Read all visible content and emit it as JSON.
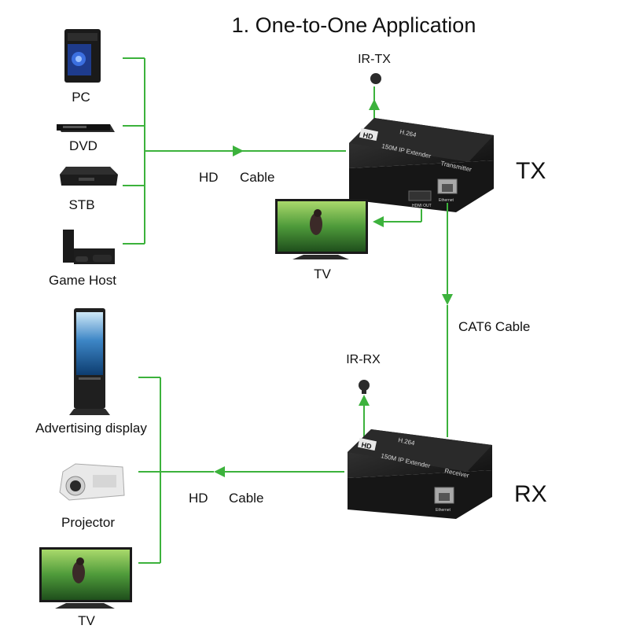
{
  "title": "1. One-to-One Application",
  "colors": {
    "wire": "#3cb23c",
    "device": "#1d1d1d",
    "screen_sky": "#6aa84f"
  },
  "sources": [
    {
      "label": "PC",
      "icon": "pc-tower-icon"
    },
    {
      "label": "DVD",
      "icon": "dvd-player-icon"
    },
    {
      "label": "STB",
      "icon": "set-top-box-icon"
    },
    {
      "label": "Game Host",
      "icon": "game-console-icon"
    }
  ],
  "tx_link": {
    "hd_label": "HD",
    "cable_label": "Cable"
  },
  "transmitter": {
    "side_label": "TX",
    "badge": "HD",
    "codec": "H.264",
    "model": "150M IP Extender",
    "role": "Transmitter",
    "hdmi_port": "HDMI OUT",
    "eth_port": "Ethernet",
    "ir_label": "IR-TX",
    "local_display": "TV"
  },
  "link": {
    "label": "CAT6 Cable"
  },
  "receiver": {
    "side_label": "RX",
    "badge": "HD",
    "codec": "H.264",
    "model": "150M IP Extender",
    "role": "Receiver",
    "eth_port": "Ethernet",
    "ir_label": "IR-RX"
  },
  "rx_link": {
    "hd_label": "HD",
    "cable_label": "Cable"
  },
  "sinks": [
    {
      "label": "Advertising display",
      "icon": "kiosk-display-icon"
    },
    {
      "label": "Projector",
      "icon": "projector-icon"
    },
    {
      "label": "TV",
      "icon": "tv-icon"
    }
  ]
}
